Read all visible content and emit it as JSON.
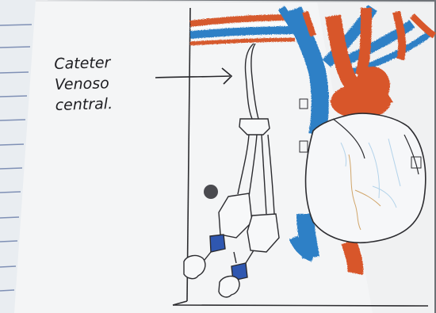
{
  "annotation": {
    "lines": [
      "Cateter",
      "Venoso",
      "central."
    ]
  },
  "colors": {
    "paper": "#f5f6f7",
    "notebook_paper": "#eceff2",
    "notebook_lines": "#7e8fb4",
    "vein": "#2e7fc4",
    "artery": "#d4572c",
    "ink": "#26262a"
  },
  "icons": [
    "arrow-icon",
    "catheter-drawing",
    "heart-drawing",
    "blood-vessels-drawing",
    "pen-dot"
  ]
}
